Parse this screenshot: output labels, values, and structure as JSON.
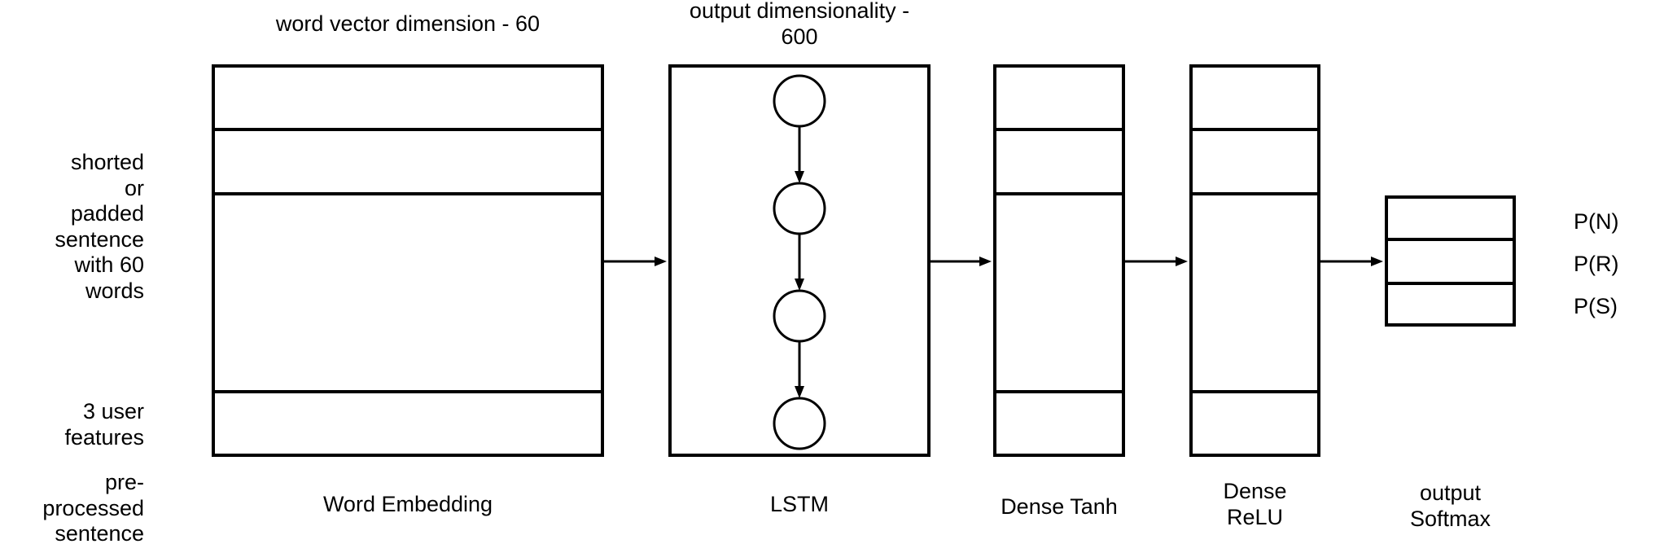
{
  "colors": {
    "stroke": "#000000",
    "background": "#ffffff",
    "text": "#000000"
  },
  "annotations": {
    "word_vector_dim": "word vector dimension - 60",
    "output_dim": "output dimensionality -\n600"
  },
  "inputs": {
    "sentence": "shorted\nor\npadded\nsentence\nwith 60\nwords",
    "user_features": "3 user\nfeatures",
    "preprocessed": "pre-\nprocessed\nsentence"
  },
  "layers": {
    "word_embedding": "Word Embedding",
    "lstm": "LSTM",
    "dense_tanh": "Dense Tanh",
    "dense_relu": "Dense\nReLU",
    "softmax": "output\nSoftmax"
  },
  "outputs": {
    "p_n": "P(N)",
    "p_r": "P(R)",
    "p_s": "P(S)"
  },
  "structure": {
    "word_embedding_segments": 4,
    "lstm_nodes": 4,
    "dense_tanh_segments": 4,
    "dense_relu_segments": 4,
    "softmax_segments": 3
  }
}
